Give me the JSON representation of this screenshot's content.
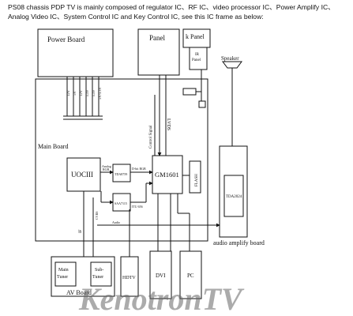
{
  "intro": "PS08 chassis PDP TV is mainly composed of regulator IC、RF IC、video processor IC、Power Amplify IC、Analog Video IC、System Control IC and Key Control IC, see this IC frame as below:",
  "blocks": {
    "power_board": "Power Board",
    "panel": "Panel",
    "k_panel": "k Panel",
    "ir_panel_line1": "IR",
    "ir_panel_line2": "Panel",
    "speaker": "Speaker",
    "main_board": "Main Board",
    "uoc": "UOCIII",
    "tda": "TDA8759",
    "gm": "GM1601",
    "flash": "FLASH",
    "saa": "SAA7115",
    "tda_amp": "TDA2024",
    "audio_amp_board": "audio amplify board",
    "main_tuner_1": "Main",
    "main_tuner_2": "Tuner",
    "sub_tuner_1": "Sub-",
    "sub_tuner_2": "Tuner",
    "av_board": "AV Board",
    "hdtv": "HDTV",
    "dvi": "DVI",
    "pc": "PC"
  },
  "signals": {
    "lvds": "LVDS",
    "control_signal": "Control Signal",
    "analog_rgb_1": "Analog",
    "analog_rgb_2": "RGB",
    "digital_rgb": "D-bit RGB",
    "itu656": "ITU 656",
    "cvbs": "CVBS",
    "audio": "Audio",
    "if": "IF"
  },
  "power_rails": [
    "12V",
    "5V",
    "12V",
    "3.3V",
    "3.3V",
    "5V/3.3V"
  ],
  "watermark": "KenotronTV"
}
